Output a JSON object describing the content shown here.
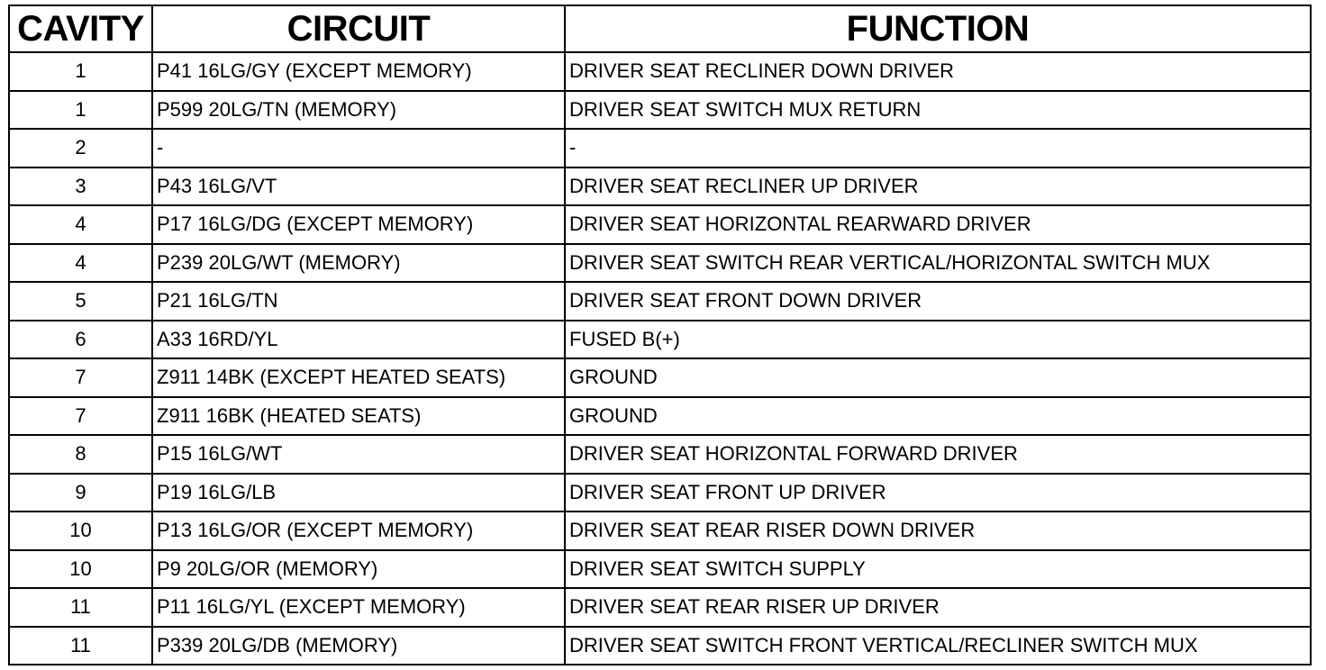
{
  "table": {
    "headers": {
      "cavity": "CAVITY",
      "circuit": "CIRCUIT",
      "function": "FUNCTION"
    },
    "rows": [
      {
        "cavity": "1",
        "circuit": "P41 16LG/GY (EXCEPT MEMORY)",
        "function": "DRIVER SEAT RECLINER DOWN DRIVER"
      },
      {
        "cavity": "1",
        "circuit": "P599 20LG/TN (MEMORY)",
        "function": "DRIVER SEAT SWITCH MUX RETURN"
      },
      {
        "cavity": "2",
        "circuit": "-",
        "function": "-"
      },
      {
        "cavity": "3",
        "circuit": "P43 16LG/VT",
        "function": "DRIVER SEAT RECLINER UP DRIVER"
      },
      {
        "cavity": "4",
        "circuit": "P17 16LG/DG (EXCEPT MEMORY)",
        "function": "DRIVER SEAT HORIZONTAL REARWARD DRIVER"
      },
      {
        "cavity": "4",
        "circuit": "P239 20LG/WT (MEMORY)",
        "function": "DRIVER SEAT SWITCH REAR VERTICAL/HORIZONTAL SWITCH MUX"
      },
      {
        "cavity": "5",
        "circuit": "P21 16LG/TN",
        "function": "DRIVER SEAT FRONT DOWN DRIVER"
      },
      {
        "cavity": "6",
        "circuit": "A33 16RD/YL",
        "function": "FUSED B(+)"
      },
      {
        "cavity": "7",
        "circuit": "Z911 14BK (EXCEPT HEATED SEATS)",
        "function": "GROUND"
      },
      {
        "cavity": "7",
        "circuit": "Z911 16BK (HEATED SEATS)",
        "function": "GROUND"
      },
      {
        "cavity": "8",
        "circuit": "P15 16LG/WT",
        "function": "DRIVER SEAT HORIZONTAL FORWARD DRIVER"
      },
      {
        "cavity": "9",
        "circuit": "P19 16LG/LB",
        "function": "DRIVER SEAT FRONT UP DRIVER"
      },
      {
        "cavity": "10",
        "circuit": "P13 16LG/OR (EXCEPT MEMORY)",
        "function": "DRIVER SEAT REAR RISER DOWN DRIVER"
      },
      {
        "cavity": "10",
        "circuit": "P9 20LG/OR (MEMORY)",
        "function": "DRIVER SEAT SWITCH SUPPLY"
      },
      {
        "cavity": "11",
        "circuit": "P11 16LG/YL (EXCEPT MEMORY)",
        "function": "DRIVER SEAT REAR RISER UP DRIVER"
      },
      {
        "cavity": "11",
        "circuit": "P339 20LG/DB (MEMORY)",
        "function": "DRIVER SEAT SWITCH FRONT VERTICAL/RECLINER SWITCH MUX"
      }
    ]
  }
}
